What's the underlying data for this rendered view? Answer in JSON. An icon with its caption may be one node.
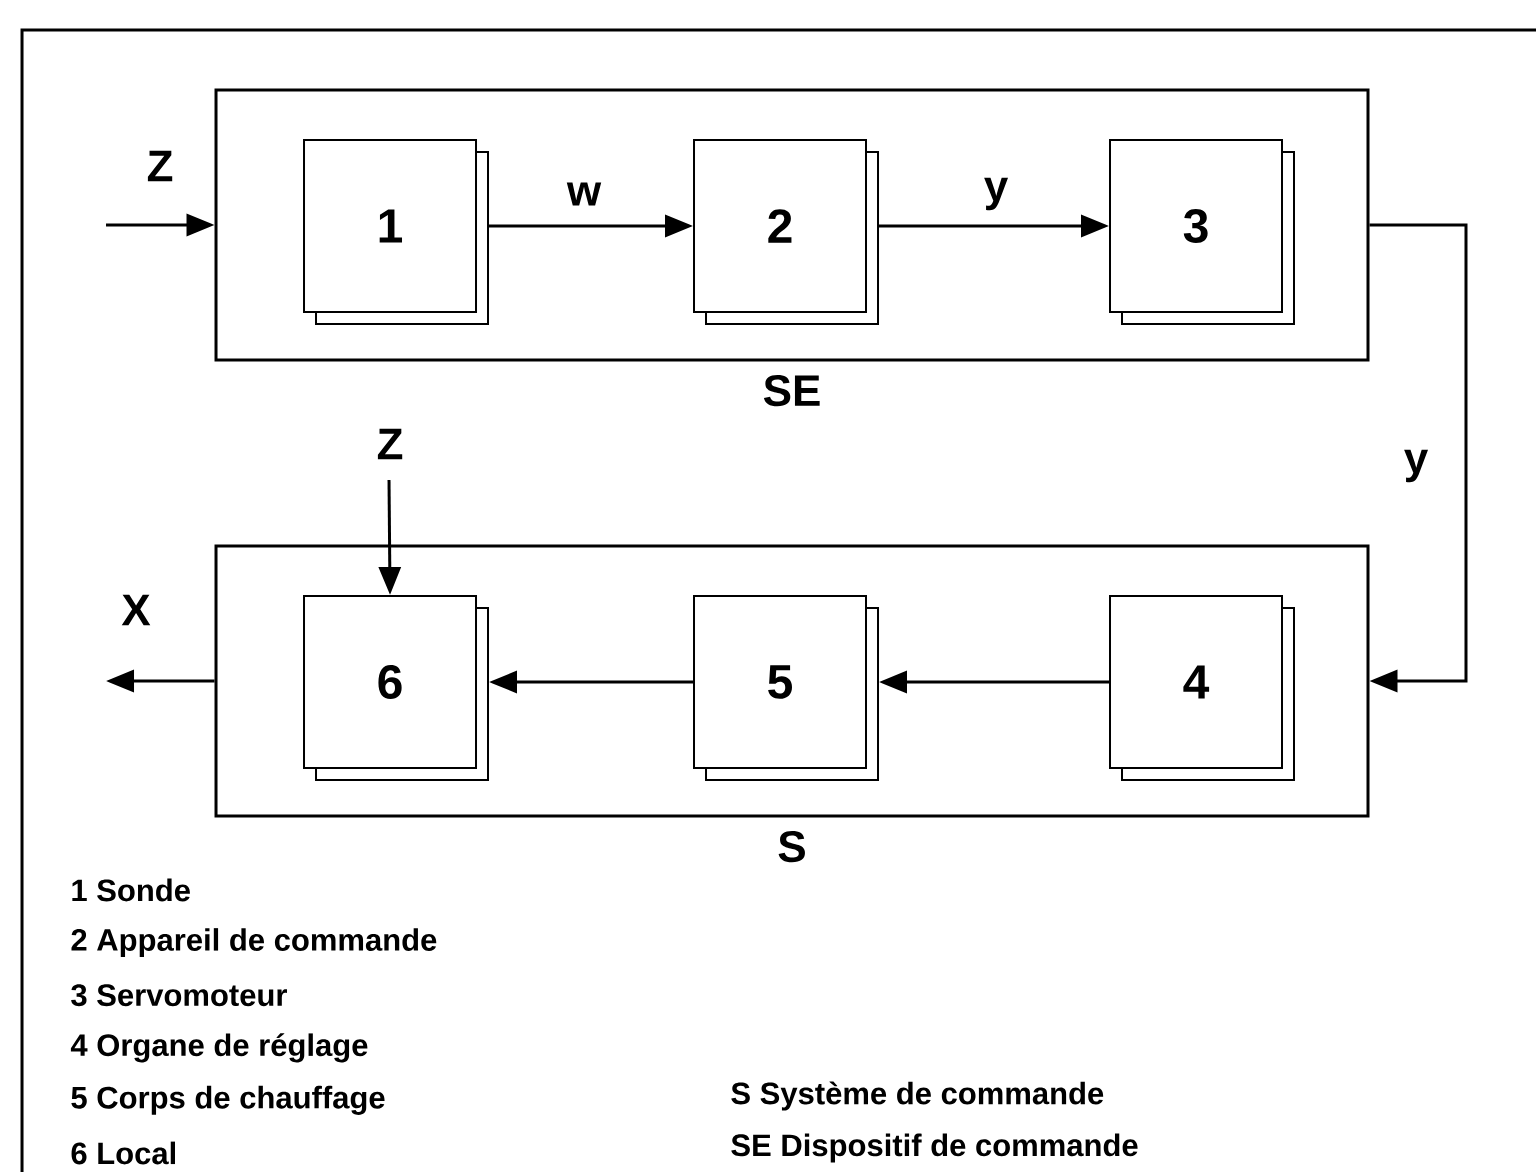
{
  "diagram": {
    "nodes": [
      {
        "text": [
          "SE"
        ]
      },
      {
        "text": [
          "1"
        ],
        "in": 0
      },
      {
        "text": [
          "2"
        ],
        "in": 0
      },
      {
        "text": [
          "3"
        ],
        "in": 0
      },
      {
        "text": [
          "S"
        ]
      },
      {
        "text": [
          "6"
        ],
        "in": 4
      },
      {
        "text": [
          "5"
        ],
        "in": 4
      },
      {
        "text": [
          "4"
        ],
        "in": 4
      }
    ],
    "edges": [
      {
        "from": null,
        "to": 0,
        "arrow": "to",
        "label": "Z"
      },
      {
        "from": 1,
        "to": 2,
        "arrow": "to",
        "label": "w"
      },
      {
        "from": 2,
        "to": 3,
        "arrow": "to",
        "label": "y"
      },
      {
        "from": 0,
        "to": 4,
        "arrow": "to",
        "label": "y"
      },
      {
        "from": 7,
        "to": 6,
        "arrow": "to"
      },
      {
        "from": 6,
        "to": 5,
        "arrow": "to"
      },
      {
        "from": null,
        "to": 5,
        "arrow": "to",
        "label": "Z"
      },
      {
        "from": 4,
        "to": null,
        "arrow": "to",
        "label": "X"
      }
    ],
    "labels": [
      "1 Sonde",
      "2 Appareil de commande",
      "3 Servomoteur",
      "4 Organe de réglage",
      "5 Corps de chauffage",
      "6 Local",
      "S Système de commande",
      "SE Dispositif de commande"
    ]
  }
}
